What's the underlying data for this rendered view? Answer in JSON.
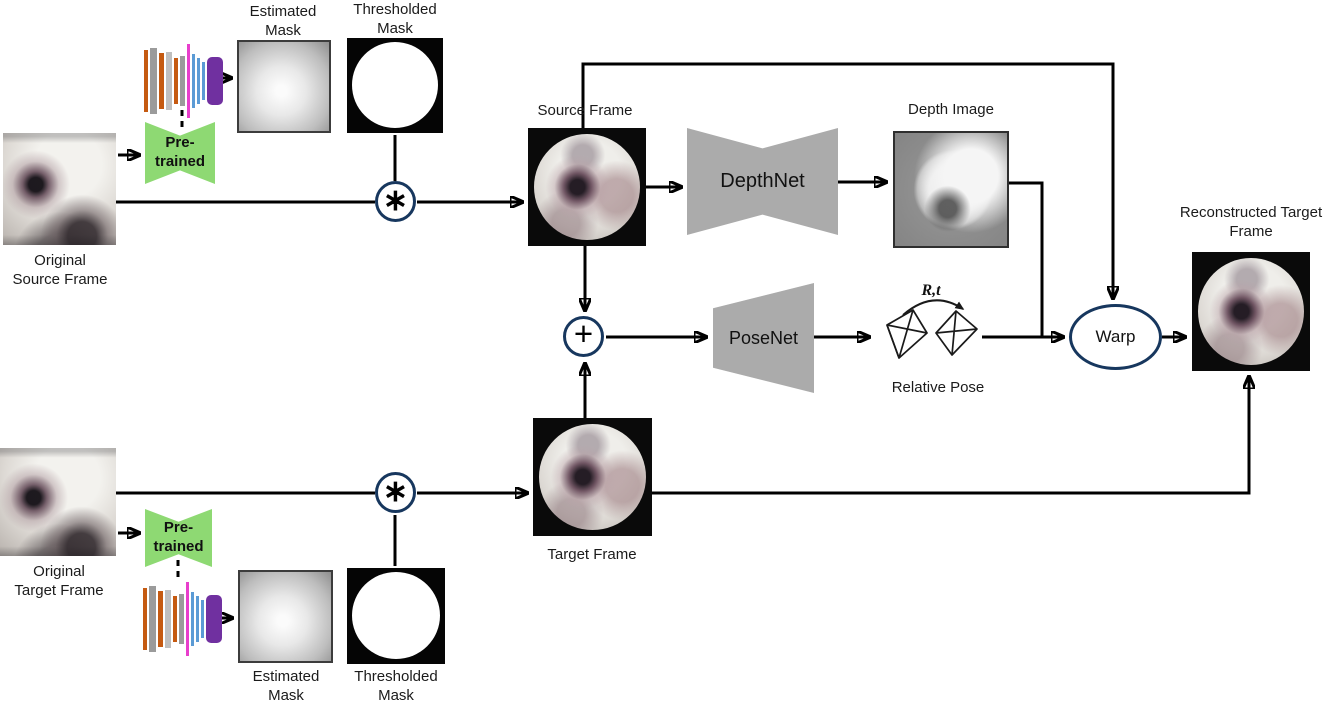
{
  "labels": {
    "estimated_mask_top": "Estimated\nMask",
    "thresholded_mask_top": "Thresholded\nMask",
    "pretrained_top": "Pre-\ntrained",
    "original_source_frame": "Original\nSource Frame",
    "source_frame": "Source Frame",
    "depthnet": "DepthNet",
    "depth_image": "Depth Image",
    "posenet": "PoseNet",
    "rt": "R,t",
    "relative_pose": "Relative Pose",
    "warp": "Warp",
    "reconstructed_target_frame": "Reconstructed Target\nFrame",
    "target_frame": "Target Frame",
    "original_target_frame": "Original\nTarget Frame",
    "pretrained_bottom": "Pre-\ntrained",
    "estimated_mask_bottom": "Estimated\nMask",
    "thresholded_mask_bottom": "Thresholded\nMask"
  },
  "operators": {
    "mask_multiply": "∗",
    "concat": "+"
  },
  "colors": {
    "operator_border": "#17375E",
    "network_gray": "#ABABAB",
    "pretrained_green": "#8ED973",
    "bar_orange": "#C55A11",
    "bar_gray": "#9B9B9B",
    "bar_gray_light": "#BFBFBF",
    "bar_magenta": "#E83ECC",
    "bar_blue": "#5B9BD5",
    "bar_purple": "#7030A0",
    "wire_black": "#000000"
  },
  "encoder_bars": [
    {
      "c": "bar_orange",
      "w": 4,
      "h": 62
    },
    {
      "c": "bar_gray",
      "w": 7,
      "h": 66
    },
    {
      "c": "bar_orange",
      "w": 5,
      "h": 56
    },
    {
      "c": "bar_gray_light",
      "w": 6,
      "h": 58
    },
    {
      "c": "bar_orange",
      "w": 4,
      "h": 46
    },
    {
      "c": "bar_gray",
      "w": 5,
      "h": 50
    },
    {
      "c": "bar_magenta",
      "w": 3,
      "h": 74
    },
    {
      "c": "bar_blue",
      "w": 3,
      "h": 54
    },
    {
      "c": "bar_blue",
      "w": 3,
      "h": 46
    },
    {
      "c": "bar_blue",
      "w": 3,
      "h": 38
    },
    {
      "c": "bar_purple",
      "w": 16,
      "h": 48,
      "r": 5
    }
  ]
}
